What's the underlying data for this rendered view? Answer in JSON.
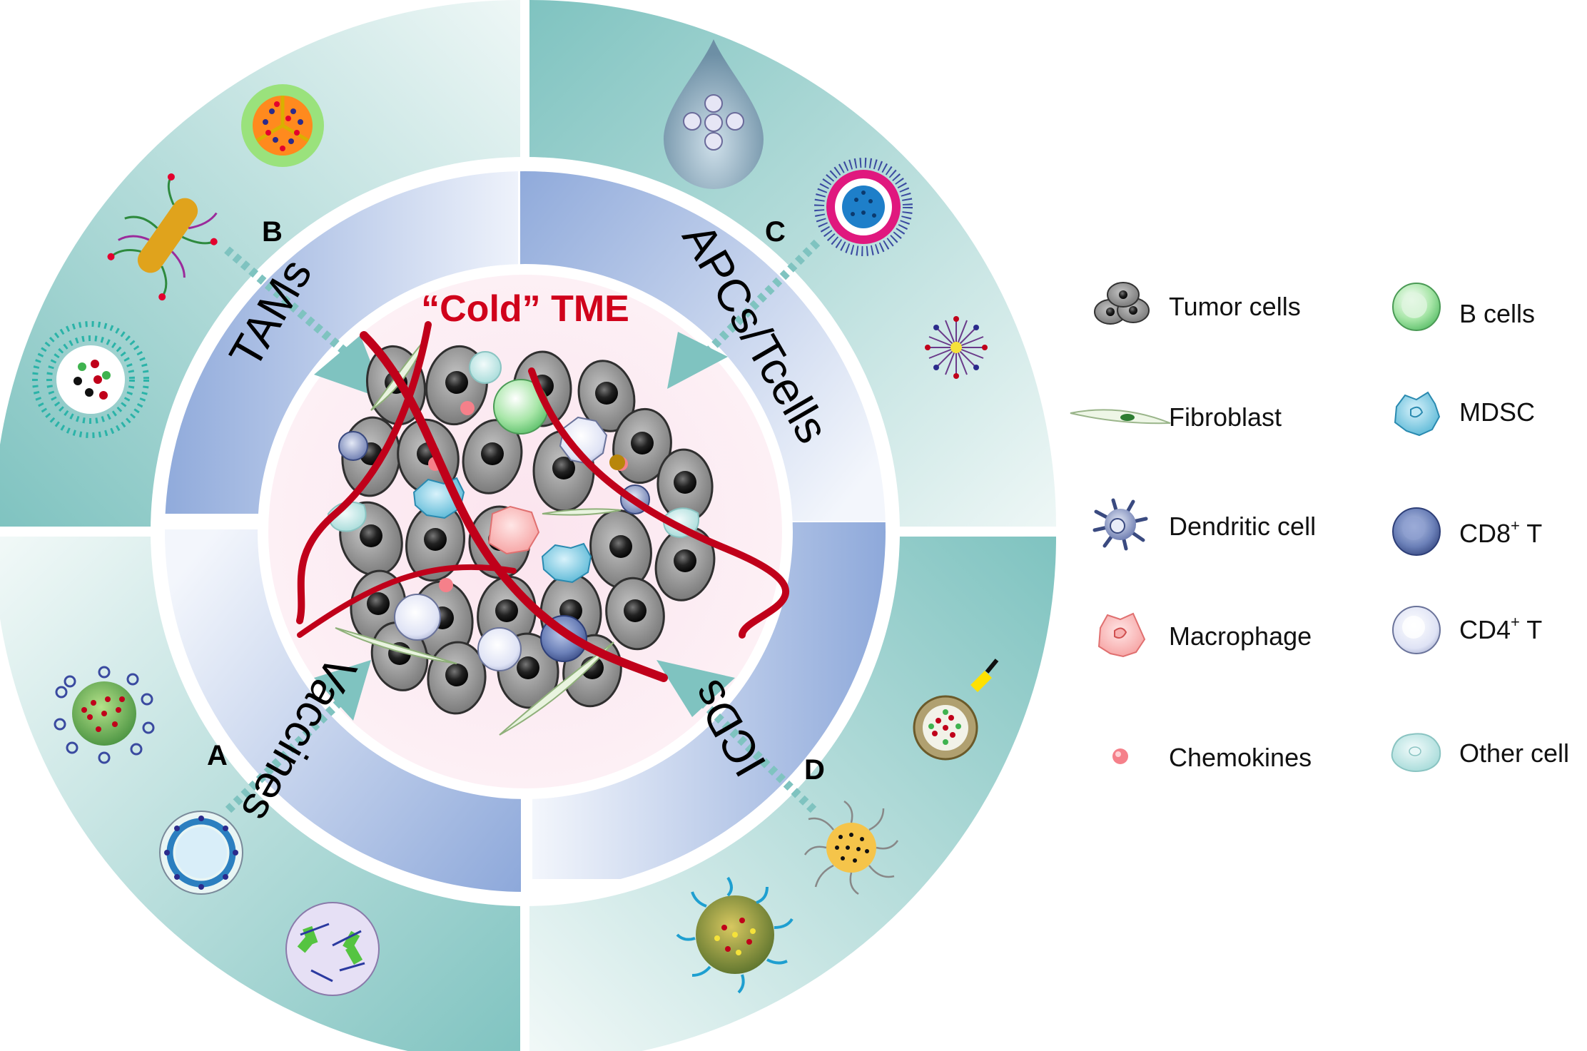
{
  "center": {
    "title": "“Cold” TME"
  },
  "sectors": [
    {
      "letter": "A",
      "label": "Vaccines"
    },
    {
      "letter": "B",
      "label": "TAMs"
    },
    {
      "letter": "C",
      "label": "APCs/Tcells"
    },
    {
      "letter": "D",
      "label": "ICDs"
    }
  ],
  "legend": {
    "left": [
      {
        "label": "Tumor cells",
        "icon": "tumor-cells-icon"
      },
      {
        "label": "Fibroblast",
        "icon": "fibroblast-icon"
      },
      {
        "label": "Dendritic cell",
        "icon": "dendritic-cell-icon"
      },
      {
        "label": "Macrophage",
        "icon": "macrophage-icon"
      },
      {
        "label": "Chemokines",
        "icon": "chemokine-icon"
      }
    ],
    "right": [
      {
        "label": "B cells",
        "icon": "b-cell-icon"
      },
      {
        "label": "MDSC",
        "icon": "mdsc-icon"
      },
      {
        "label": "CD8",
        "sup": "+",
        "suffix": " T",
        "icon": "cd8-t-cell-icon"
      },
      {
        "label": "CD4",
        "sup": "+",
        "suffix": " T",
        "icon": "cd4-t-cell-icon"
      },
      {
        "label": "Other cell",
        "icon": "other-cell-icon"
      }
    ]
  },
  "colors": {
    "teal": "#7fc3c0",
    "teal_light": "#e6f3f2",
    "blue": "#8faadc",
    "blue_light": "#eef2fb",
    "pink_bg": "#fde9f0",
    "title_red": "#d0021b",
    "vessel_red": "#c0001a",
    "tumor_gray": "#8a8a8a"
  }
}
